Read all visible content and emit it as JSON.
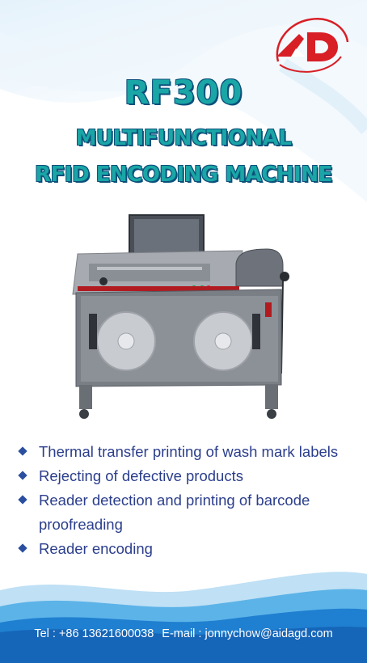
{
  "brand": {
    "logo_text": "AD",
    "color": "#d81f26"
  },
  "title": {
    "line1": "RF300",
    "line2": "MULTIFUNCTIONAL",
    "line3": "RFID ENCODING MACHINE",
    "fill_color": "#1aa6a6",
    "outline_color": "#0c4f7a"
  },
  "features": [
    {
      "text": "Thermal transfer printing of wash mark labels"
    },
    {
      "text": "Rejecting of defective products"
    },
    {
      "text": "Reader detection and printing of barcode",
      "cont": "proofreading"
    },
    {
      "text": "Reader encoding"
    }
  ],
  "footer": {
    "tel": "Tel : +86 13621600038",
    "email": "E-mail : jonnychow@aidagd.com"
  }
}
